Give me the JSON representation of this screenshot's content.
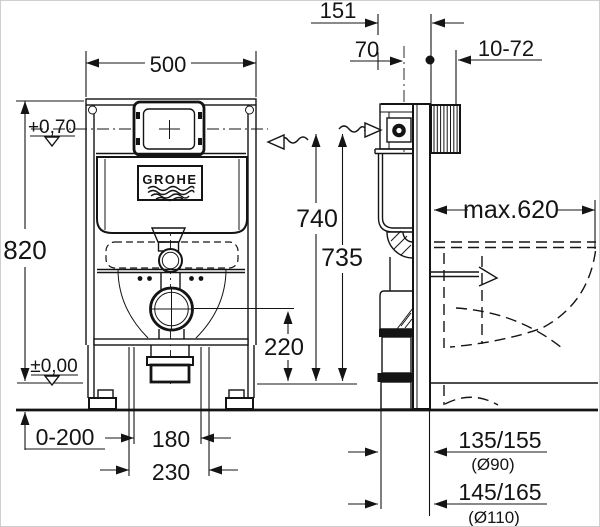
{
  "drawing": {
    "brand_logo": "GROHE",
    "dims": {
      "width_top": "500",
      "offset_151": "151",
      "offset_70": "70",
      "depth_range": "10-72",
      "water_level": "+0,70",
      "frame_height": "820",
      "height_740": "740",
      "height_735": "735",
      "floor_level": "±0,00",
      "drain_center_height": "220",
      "bowl_depth_max": "max.620",
      "foot_adjust_range": "0-200",
      "drain_spacing_180": "180",
      "drain_spacing_230": "230",
      "drain_conn_1": "135/155",
      "drain_conn_1_dia": "(Ø90)",
      "drain_conn_2": "145/165",
      "drain_conn_2_dia": "(Ø110)"
    }
  }
}
